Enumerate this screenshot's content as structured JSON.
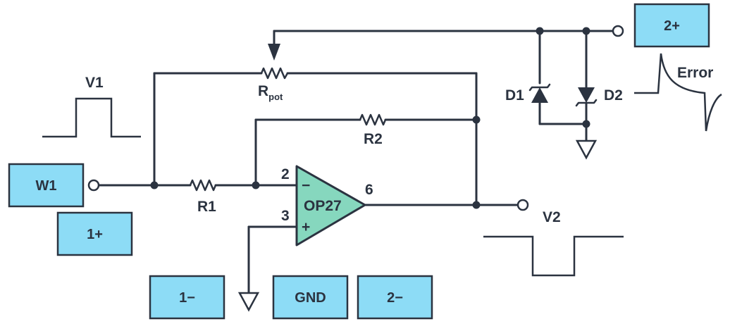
{
  "labels": {
    "v1": "V1",
    "v2": "V2",
    "rpot_main": "R",
    "rpot_sub": "pot",
    "r1": "R1",
    "r2": "R2",
    "d1": "D1",
    "d2": "D2",
    "error": "Error",
    "opamp": "OP27",
    "pin2": "2",
    "pin3": "3",
    "pin6": "6",
    "inv": "−",
    "noninv": "+"
  },
  "boxes": {
    "w1": "W1",
    "one_plus": "1+",
    "one_minus": "1−",
    "gnd": "GND",
    "two_minus": "2−",
    "two_plus": "2+"
  },
  "colors": {
    "wire": "#2b3340",
    "box_fill": "#8ddcf6",
    "opamp_fill": "#86d7be"
  }
}
